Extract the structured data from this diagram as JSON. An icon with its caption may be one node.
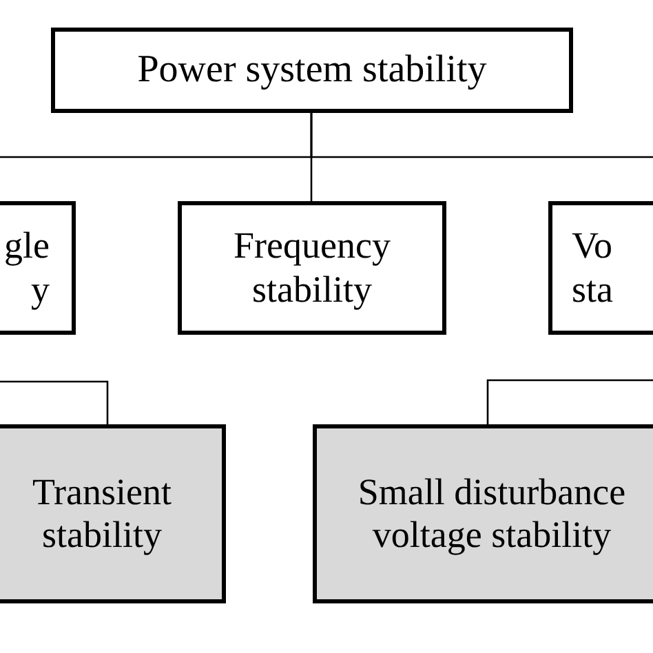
{
  "diagram": {
    "nodes": [
      {
        "text": [
          "Power system stability"
        ]
      },
      {
        "text": [
          "gle y"
        ]
      },
      {
        "text": [
          "Frequency stability"
        ]
      },
      {
        "text": [
          "Vo sta"
        ]
      },
      {
        "text": [
          "Transient stability"
        ]
      },
      {
        "text": [
          "Small disturbance voltage stability"
        ]
      }
    ],
    "edges": [
      {
        "from": 0,
        "to": 1,
        "arrow": "none"
      },
      {
        "from": 0,
        "to": 2,
        "arrow": "none"
      },
      {
        "from": 0,
        "to": 3,
        "arrow": "none"
      },
      {
        "from": null,
        "to": 4,
        "arrow": "none"
      },
      {
        "from": null,
        "to": 5,
        "arrow": "none"
      }
    ]
  }
}
